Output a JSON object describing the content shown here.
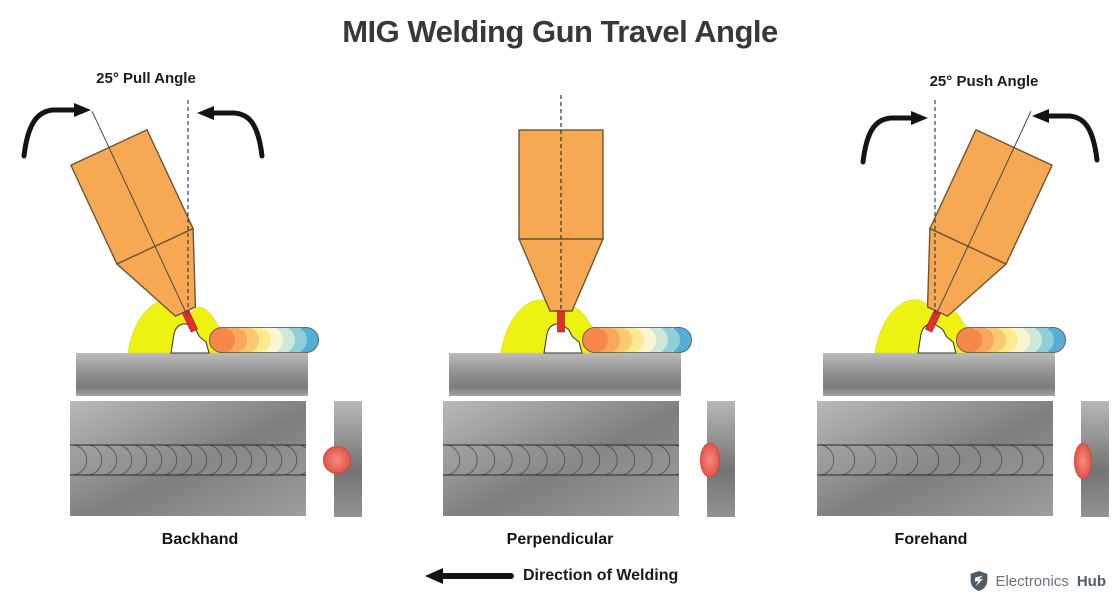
{
  "title": "MIG Welding Gun Travel Angle",
  "diagrams": [
    {
      "id": "backhand",
      "label": "Backhand",
      "angle_label": "25° Pull Angle",
      "tilt_degrees": -25,
      "seam_spacing": 15,
      "pool_shape": "round"
    },
    {
      "id": "perpendicular",
      "label": "Perpendicular",
      "angle_label": "",
      "tilt_degrees": 0,
      "seam_spacing": 17.5,
      "pool_shape": "lens"
    },
    {
      "id": "forehand",
      "label": "Forehand",
      "angle_label": "25° Push Angle",
      "tilt_degrees": 25,
      "seam_spacing": 21,
      "pool_shape": "flat-lens"
    }
  ],
  "footer": {
    "direction_label": "Direction of Welding"
  },
  "branding": {
    "name_regular": "Electronics",
    "name_bold": "Hub"
  },
  "colors": {
    "gun_orange": "#f6a852",
    "gun_outline": "#6b5635",
    "flame_yellow": "#eef211",
    "arc_red": "#e12f2f",
    "pool_red": "#ec685c",
    "title_color": "#383838",
    "bead_gradient": [
      "#f6884c",
      "#f9a85e",
      "#fbc96e",
      "#fde98e",
      "#fbf6d2",
      "#cfe9d9",
      "#8fd0d8",
      "#54aed6"
    ]
  }
}
